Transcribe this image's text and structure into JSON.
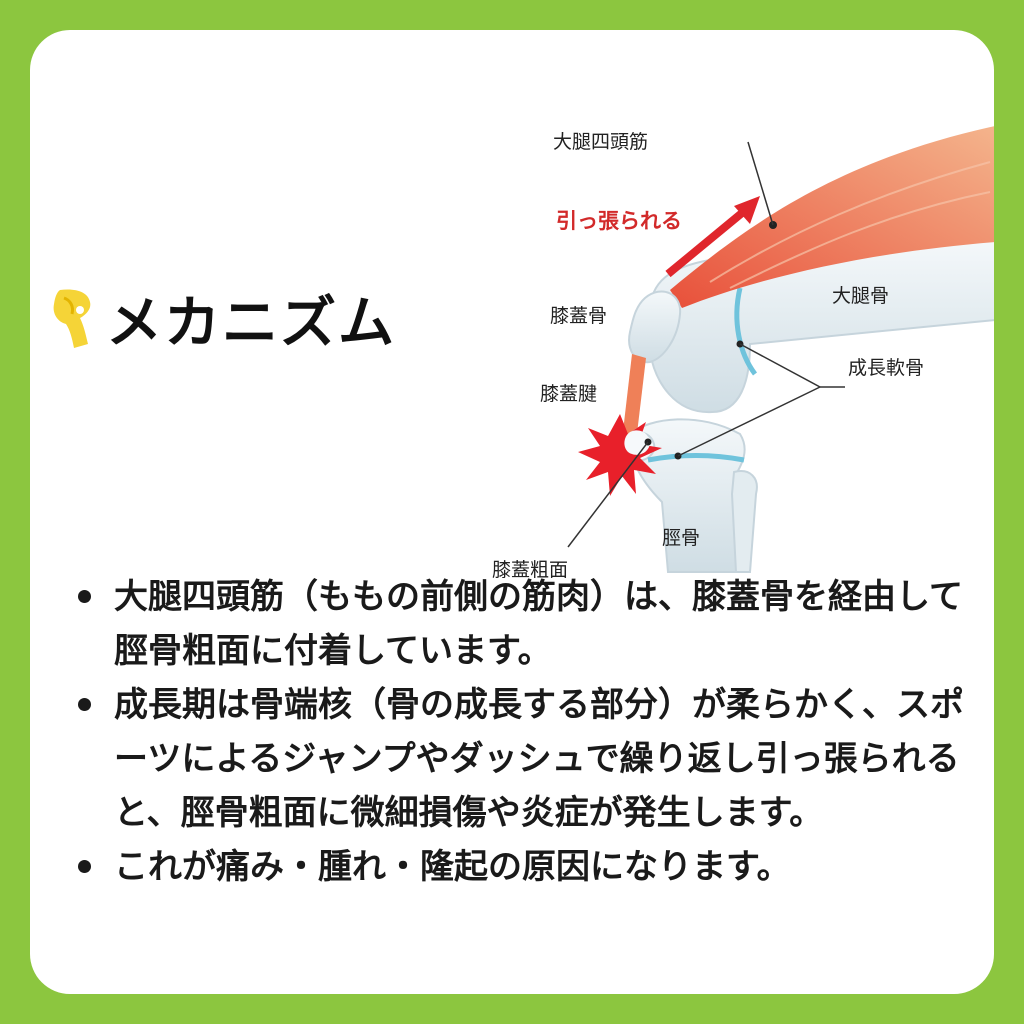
{
  "heading": {
    "icon": "knee-leg-icon",
    "title": "メカニズム"
  },
  "diagram": {
    "labels": {
      "quadriceps": "大腿四頭筋",
      "pulled": "引っ張られる",
      "patella": "膝蓋骨",
      "femur": "大腿骨",
      "growth_cartilage": "成長軟骨",
      "patellar_tendon": "膝蓋腱",
      "tibia": "脛骨",
      "tibial_tuberosity": "膝蓋粗面"
    },
    "colors": {
      "muscle": "#f08a64",
      "bone": "#e8f0f4",
      "cartilage": "#6fc3dc",
      "pain": "#e8202a",
      "arrow": "#e0262c"
    }
  },
  "bullets": [
    "大腿四頭筋（ももの前側の筋肉）は、膝蓋骨を経由して脛骨粗面に付着しています。",
    "成長期は骨端核（骨の成長する部分）が柔らかく、スポーツによるジャンプやダッシュで繰り返し引っ張られると、脛骨粗面に微細損傷や炎症が発生します。",
    "これが痛み・腫れ・隆起の原因になります。"
  ],
  "theme": {
    "frame": "#8cc63f",
    "icon": "#f5d437"
  }
}
